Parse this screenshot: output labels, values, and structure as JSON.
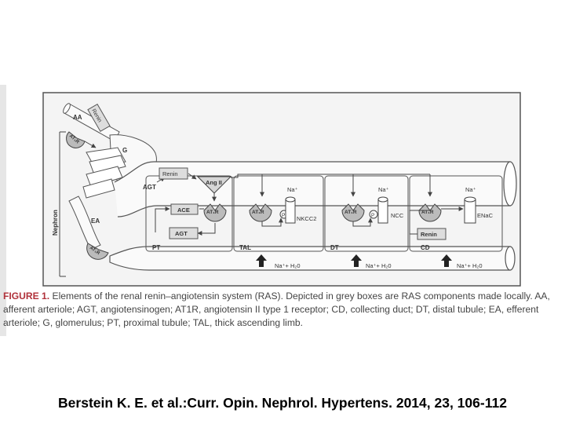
{
  "figure": {
    "labels": {
      "aa": "AA",
      "renin_top": "Renin",
      "at1r_aa": "AT₁R",
      "g": "G",
      "agt_left": "AGT",
      "renin_box": "Renin",
      "ang2": "Ang II",
      "ace": "ACE",
      "at1r_pt": "AT₁R",
      "agt_box": "AGT",
      "ea": "EA",
      "at1r_ea": "AT₁R",
      "nephron": "Nephron",
      "pt": "PT",
      "tal": "TAL",
      "dt": "DT",
      "cd": "CD",
      "at1r_tal": "AT₁R",
      "at1r_dt": "AT₁R",
      "at1r_cd": "AT₁R",
      "na_tal": "Na⁺",
      "na_dt": "Na⁺",
      "na_cd": "Na⁺",
      "p_tal": "P",
      "p_dt": "P",
      "nkcc2": "NKCC2",
      "ncc": "NCC",
      "enac": "ENaC",
      "renin_cd": "Renin",
      "flow_tal": "Na⁺+ H₂0",
      "flow_dt": "Na⁺+ H₂0",
      "flow_cd": "Na⁺+ H₂0"
    }
  },
  "caption": {
    "head": "FIGURE 1.",
    "text": "Elements of the renal renin–angiotensin system (RAS). Depicted in grey boxes are RAS components made locally. AA, afferent arteriole; AGT, angiotensinogen; AT1R, angiotensin II type 1 receptor; CD, collecting duct; DT, distal tubule; EA, efferent arteriole; G, glomerulus; PT, proximal tubule; TAL, thick ascending limb."
  },
  "credit": "Berstein K. E. et al.:Curr. Opin. Nephrol. Hypertens. 2014, 23, 106-112"
}
